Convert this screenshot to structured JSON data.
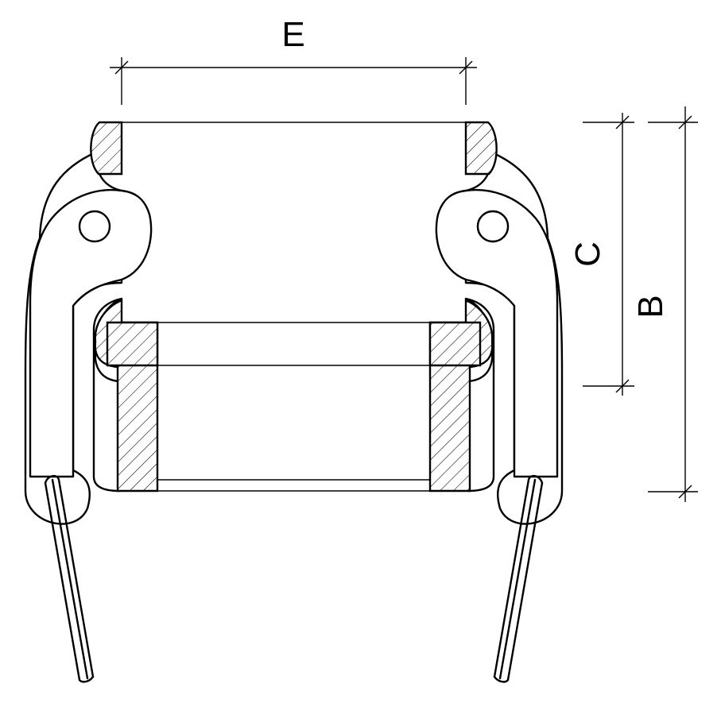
{
  "dimensions": {
    "E": "E",
    "C": "C",
    "B": "B"
  },
  "colors": {
    "stroke": "#000000",
    "background": "#ffffff"
  }
}
